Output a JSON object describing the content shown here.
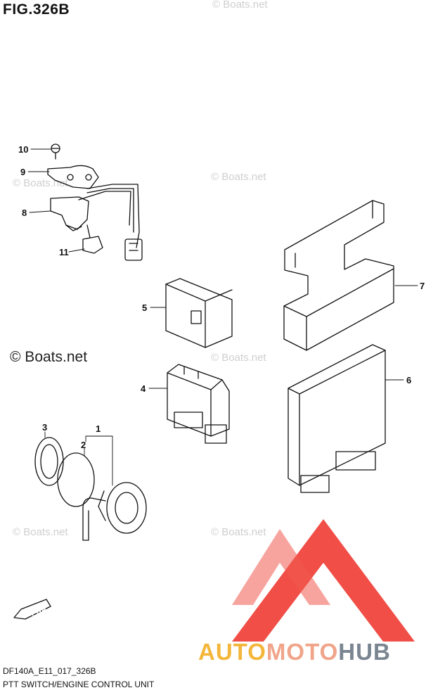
{
  "figure": {
    "title": "FIG.326B",
    "code": "DF140A_E11_017_326B",
    "description": "PTT SWITCH/ENGINE CONTROL UNIT"
  },
  "watermarks": [
    "© Boats.net",
    "© Boats.net",
    "© Boats.net",
    "© Boats.net",
    "© Boats.net",
    "© Boats.net"
  ],
  "watermark_main": "© Boats.net",
  "direction_label": "FWD",
  "brand": {
    "part1": "AUTO",
    "part2": "MOTO",
    "part3": "HUB"
  },
  "callouts": [
    "1",
    "2",
    "3",
    "4",
    "5",
    "6",
    "7",
    "8",
    "9",
    "10",
    "11"
  ],
  "colors": {
    "brand_red": "#e8302a",
    "brand_yellow": "#f4b63a",
    "brand_salmon": "#f0a489",
    "brand_gray": "#7a8591"
  }
}
